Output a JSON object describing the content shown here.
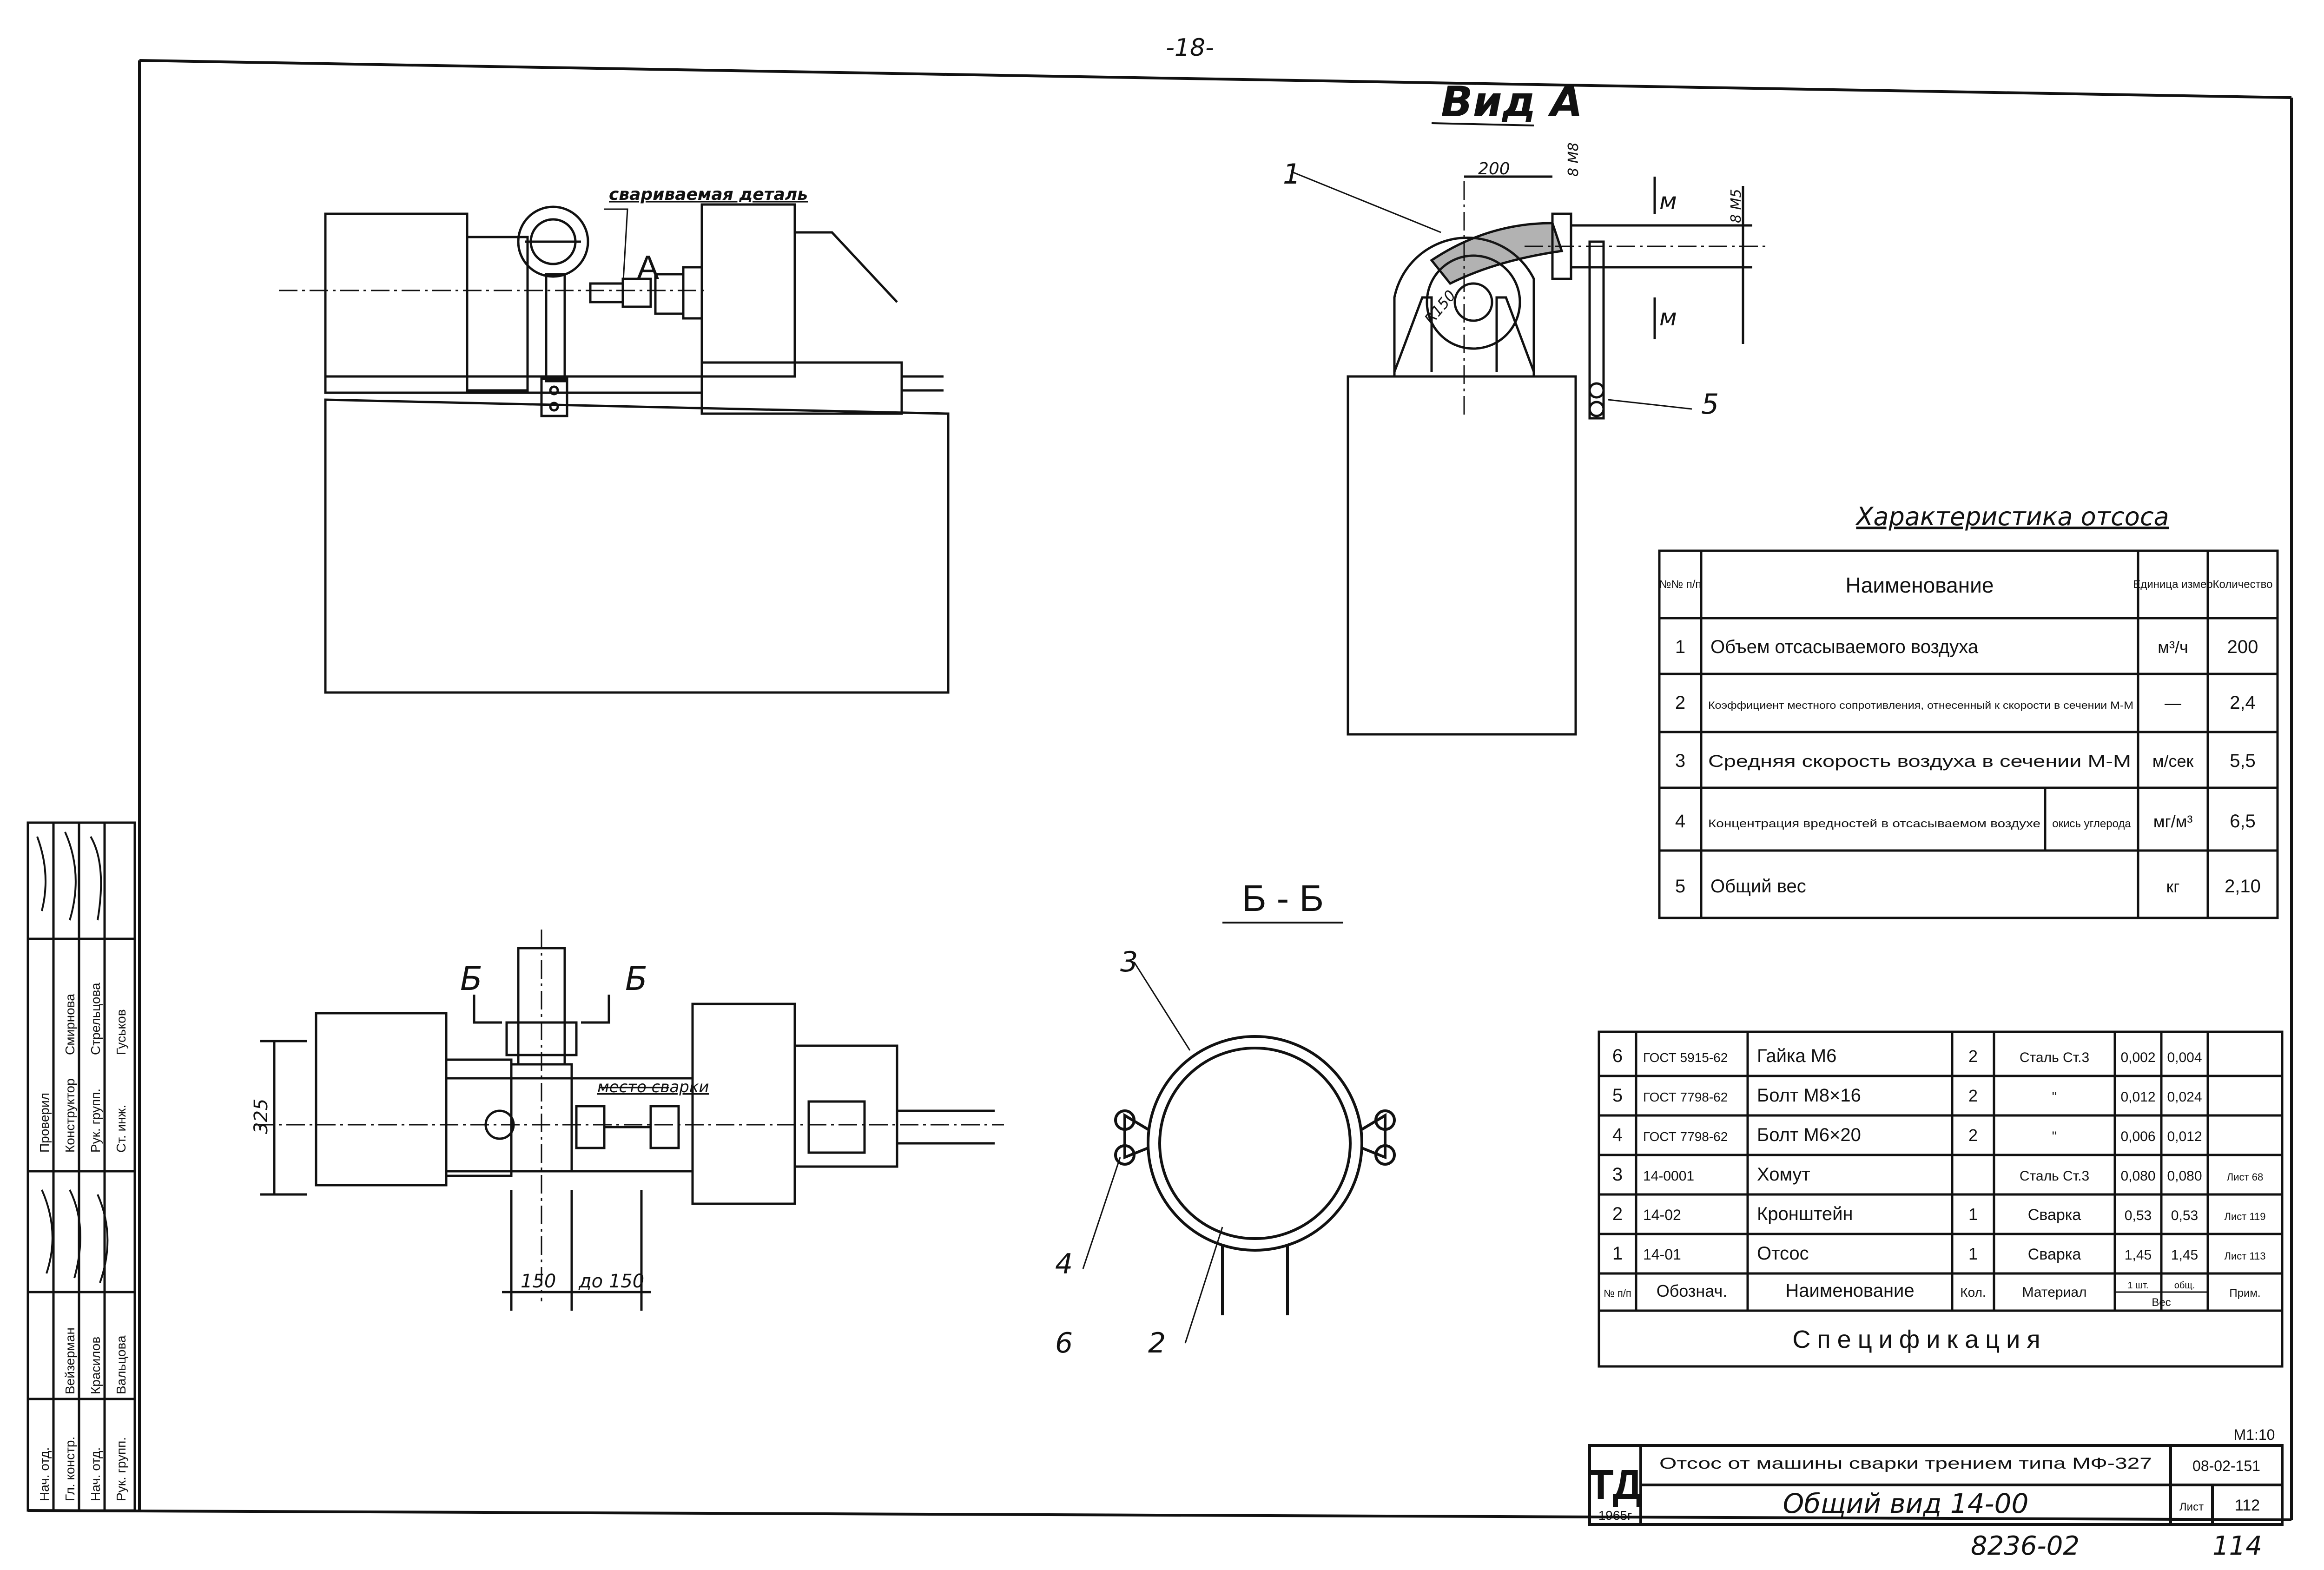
{
  "page_number": "-18-",
  "doc_number": "8236-02",
  "sheet_counter": "114",
  "view_a": {
    "title": "Вид А",
    "callout_1": "1",
    "callout_5": "5",
    "dim_200": "200",
    "dim_r150": "R150",
    "section_m": "м",
    "dim_m8": "8 M8",
    "dim_m5": "8 M5"
  },
  "top_left_view": {
    "label_weld_detail": "свариваемая деталь",
    "label_a": "А"
  },
  "section_b": {
    "title": "Б - Б",
    "callout_3": "3",
    "callout_4": "4",
    "callout_6": "6",
    "callout_2": "2"
  },
  "plan_view": {
    "cut_b_left": "Б",
    "cut_b_right": "Б",
    "label_weld_place": "место сварки",
    "dim_325": "325",
    "dim_150_left": "150",
    "dim_150_right": "до 150"
  },
  "characteristics": {
    "title": "Характеристика отсоса",
    "headers": {
      "num": "№№ п/п",
      "name": "Наименование",
      "unit": "Единица измер",
      "qty": "Количество"
    },
    "rows": [
      {
        "num": "1",
        "name": "Объем отсасываемого воздуха",
        "unit": "м³/ч",
        "value": "200"
      },
      {
        "num": "2",
        "name": "Коэффициент местного сопротивления, отнесенный к скорости в сечении М-М",
        "unit": "—",
        "value": "2,4"
      },
      {
        "num": "3",
        "name": "Средняя скорость воздуха в сечении М-М",
        "unit": "м/сек",
        "value": "5,5"
      },
      {
        "num": "4",
        "name": "Концентрация вредностей в отсасываемом воздухе",
        "sub": "окись углерода",
        "unit": "мг/м³",
        "value": "6,5"
      },
      {
        "num": "5",
        "name": "Общий вес",
        "unit": "кг",
        "value": "2,10"
      }
    ]
  },
  "specification": {
    "title": "Спецификация",
    "headers": {
      "pos": "№ п/п",
      "designation": "Обознач.",
      "name": "Наименование",
      "qty": "Кол.",
      "material": "Материал",
      "weight_unit": "1 шт.",
      "weight_total": "общ.",
      "weight": "Вес",
      "note": "Прим."
    },
    "rows": [
      {
        "pos": "6",
        "designation": "ГОСТ 5915-62",
        "name": "Гайка М6",
        "qty": "2",
        "material": "Сталь Ст.3",
        "w1": "0,002",
        "w2": "0,004",
        "note": ""
      },
      {
        "pos": "5",
        "designation": "ГОСТ 7798-62",
        "name": "Болт М8×16",
        "qty": "2",
        "material": "\"",
        "w1": "0,012",
        "w2": "0,024",
        "note": ""
      },
      {
        "pos": "4",
        "designation": "ГОСТ 7798-62",
        "name": "Болт М6×20",
        "qty": "2",
        "material": "\"",
        "w1": "0,006",
        "w2": "0,012",
        "note": ""
      },
      {
        "pos": "3",
        "designation": "14-0001",
        "name": "Хомут",
        "qty": "",
        "material": "Сталь Ст.3",
        "w1": "0,080",
        "w2": "0,080",
        "note": "Лист 68"
      },
      {
        "pos": "2",
        "designation": "14-02",
        "name": "Кронштейн",
        "qty": "1",
        "material": "Сварка",
        "w1": "0,53",
        "w2": "0,53",
        "note": "Лист 119"
      },
      {
        "pos": "1",
        "designation": "14-01",
        "name": "Отсос",
        "qty": "1",
        "material": "Сварка",
        "w1": "1,45",
        "w2": "1,45",
        "note": "Лист 113"
      }
    ]
  },
  "title_block": {
    "scale": "М1:10",
    "logo": "ТД",
    "year": "1965г",
    "description": "Отсос от машины сварки трением типа МФ-327",
    "drawing_name": "Общий вид 14-00",
    "code": "08-02-151",
    "sheet_label": "Лист",
    "sheet_no": "112"
  },
  "stamp": {
    "roles": [
      "Нач. отд.",
      "Гл. констр.",
      "Нач. отд.",
      "Рук. групп."
    ],
    "names": [
      "Вейзерман",
      "Красилов",
      "Вальцова"
    ],
    "roles2": [
      "Проверил",
      "Конструктор",
      "Рук. групп.",
      "Ст. инж."
    ],
    "names2": [
      "Смирнова",
      "Стрельцова",
      "Гуськов"
    ]
  }
}
